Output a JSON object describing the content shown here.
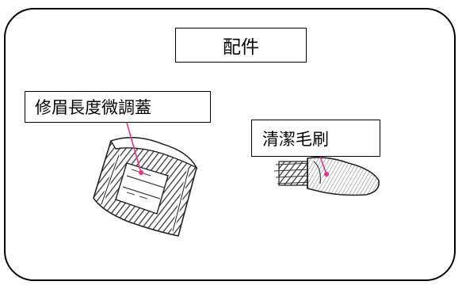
{
  "title": "配件",
  "accessories": [
    {
      "id": "trimmer-comb",
      "label": "修眉長度微調蓋"
    },
    {
      "id": "cleaning-brush",
      "label": "清潔毛刷"
    }
  ],
  "colors": {
    "frame": "#000000",
    "pointer": "#e8308c",
    "illustration": "#3a3a3a"
  }
}
